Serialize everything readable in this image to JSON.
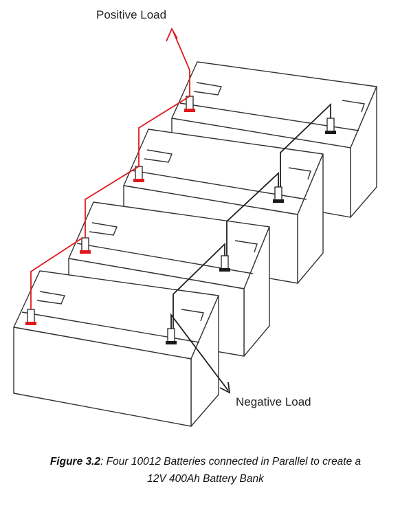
{
  "diagram": {
    "positive_label": "Positive Load",
    "negative_label": "Negative Load",
    "colors": {
      "positive_wire": "#e0191c",
      "negative_wire": "#1e1e1e",
      "battery_outline": "#333333"
    },
    "battery_count": 4
  },
  "caption": {
    "figure_number": "Figure 3.2",
    "text_line1": ": Four 10012 Batteries connected in Parallel to create a",
    "text_line2": "12V 400Ah Battery Bank"
  }
}
